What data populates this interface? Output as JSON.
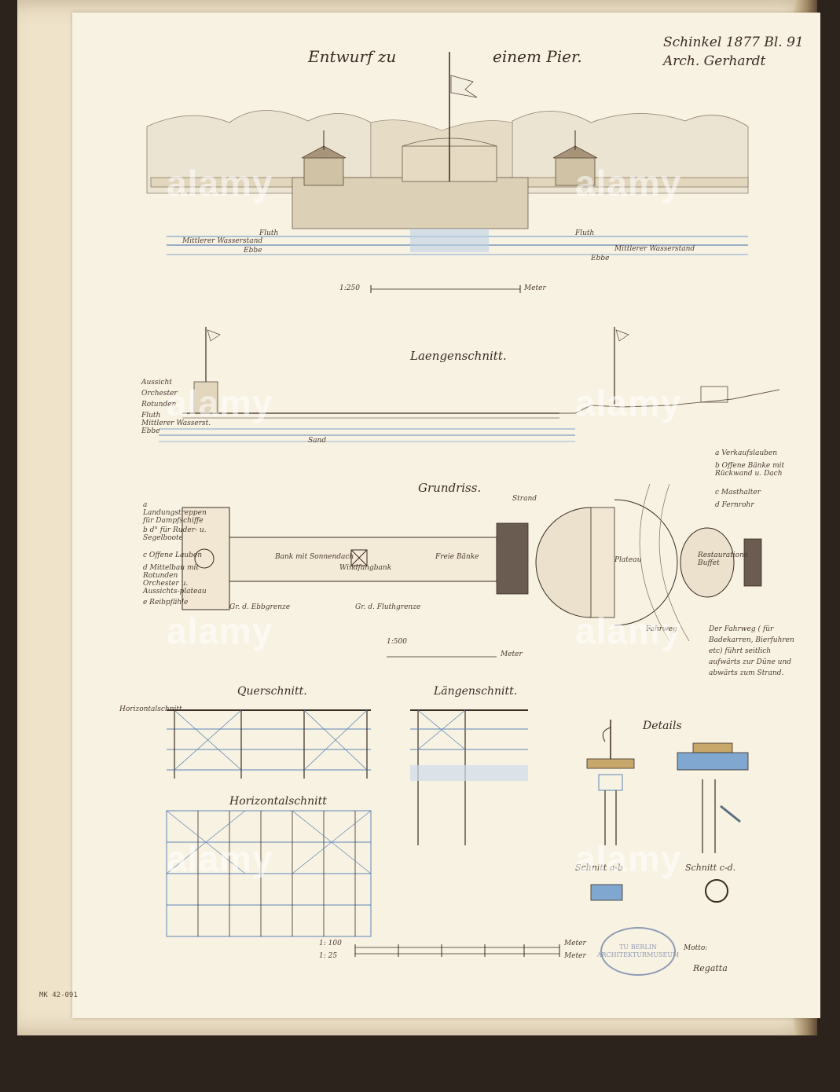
{
  "sheet": {
    "title_left": "Entwurf zu",
    "title_right": "einem Pier.",
    "signature_line1": "Schinkel 1877 Bl. 91",
    "signature_line2": "Arch. Gerhardt",
    "inventory_number": "MK 42-091"
  },
  "elevation": {
    "labels": {
      "flood_left": "Fluth",
      "flood_right": "Fluth",
      "mean_water_left": "Mittlerer Wasserstand",
      "mean_water_right": "Mittlerer Wasserstand",
      "ebb_left": "Ebbe",
      "ebb_right": "Ebbe"
    },
    "scale_ratio": "1:250",
    "scale_unit": "Meter"
  },
  "longitudinal_section": {
    "title": "Laengenschnitt.",
    "left_labels": [
      "Aussicht",
      "Orchester",
      "Rotunden",
      "Fluth",
      "Mittlerer Wasserst.",
      "Ebbe"
    ],
    "ground_label": "Sand"
  },
  "plan": {
    "title": "Grundriss.",
    "legend_left": [
      "a  Landungstreppen für Dampfschiffe",
      "b  d° für Ruder- u. Segelboote",
      "c  Offene Lauben",
      "d  Mittelbau mit Rotunden Orchester u. Aussichts-plateau",
      "e  Reibpfähle"
    ],
    "legend_right": [
      "a  Verkaufslauben",
      "b  Offene Bänke mit Rückwand u. Dach",
      "c  Masthalter",
      "d  Fernrohr"
    ],
    "labels": {
      "strand": "Strand",
      "bench_roof": "Bank mit Sonnendach",
      "wind_bench": "Windfangbank",
      "free_benches": "Freie Bänke",
      "plateau": "Plateau",
      "buffet": "Restaurations Buffet",
      "ebb_limit": "Gr. d. Ebbgrenze",
      "flood_limit": "Gr. d. Fluthgrenze",
      "fahrweg": "Fahrweg"
    },
    "note": "Der Fahrweg ( für Badekarren, Bierfuhren etc) führt seitlich aufwärts zur Düne und abwärts zum Strand.",
    "scale_ratio": "1:500",
    "scale_unit": "Meter"
  },
  "cross_section": {
    "title": "Querschnitt.",
    "label": "Horizontalschnitt"
  },
  "long_section_detail": {
    "title": "Längenschnitt."
  },
  "horizontal_section": {
    "title": "Horizontalschnitt"
  },
  "details": {
    "title": "Details",
    "cut_ab": "Schnitt a-b",
    "cut_cd": "Schnitt c-d.",
    "motto_label": "Motto:",
    "motto": "Regatta"
  },
  "bottom_scale": {
    "ratio_1": "1: 100",
    "ratio_2": "1: 25",
    "unit_1": "Meter",
    "unit_2": "Meter"
  },
  "stamp": {
    "line1": "TU BERLIN",
    "line2": "ARCHITEKTURMUSEUM"
  },
  "watermark": {
    "text": "alamy"
  },
  "colors": {
    "paper": "#f8f2e3",
    "ink": "#3a2b22",
    "water_blue": "#7fa7cf",
    "structure_blue": "#5c85b5"
  }
}
